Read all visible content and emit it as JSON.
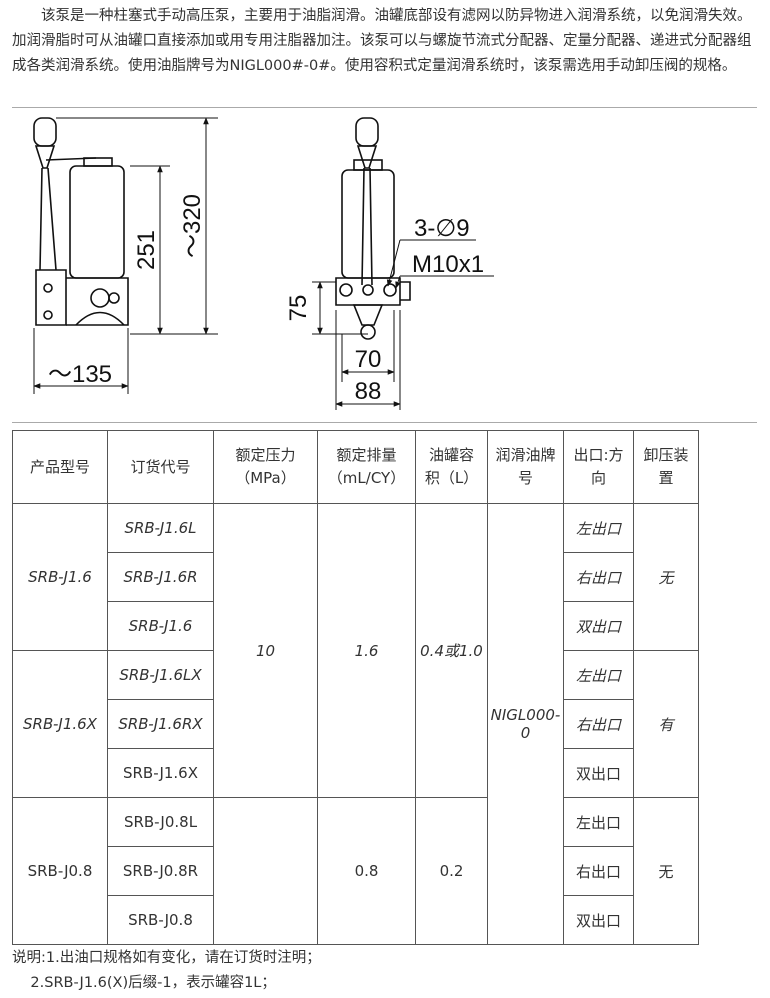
{
  "intro": "该泵是一种柱塞式手动高压泵，主要用于油脂润滑。油罐底部设有滤网以防异物进入润滑系统，以免润滑失效。加润滑脂时可从油罐口直接添加或用专用注脂器加注。该泵可以与螺旋节流式分配器、定量分配器、递进式分配器组成各类润滑系统。使用油脂牌号为NIGL000#-0#。使用容积式定量润滑系统时，该泵需选用手动卸压阀的规格。",
  "drawing": {
    "dim_width": "～135",
    "dim_251": "251",
    "dim_320": "～320",
    "dim_holes": "3-∅9",
    "dim_thread": "M10x1",
    "dim_75": "75",
    "dim_70": "70",
    "dim_88": "88"
  },
  "table": {
    "headers": [
      "产品型号",
      "订货代号",
      "额定压力（MPa）",
      "额定排量（mL/CY）",
      "油罐容积（L）",
      "润滑油牌号",
      "出口:方向",
      "卸压装置"
    ],
    "header_lines": [
      [
        "产品型号",
        ""
      ],
      [
        "订货代号",
        ""
      ],
      [
        "额定压力",
        "（MPa）"
      ],
      [
        "额定排量",
        "（mL/CY）"
      ],
      [
        "油罐容",
        "积（L）"
      ],
      [
        "润滑油牌",
        "号"
      ],
      [
        "出口:方",
        "向"
      ],
      [
        "卸压装",
        "置"
      ]
    ],
    "models": [
      "SRB-J1.6",
      "SRB-J1.6X",
      "SRB-J0.8"
    ],
    "codes": [
      "SRB-J1.6L",
      "SRB-J1.6R",
      "SRB-J1.6",
      "SRB-J1.6LX",
      "SRB-J1.6RX",
      "SRB-J1.6X",
      "SRB-J0.8L",
      "SRB-J0.8R",
      "SRB-J0.8"
    ],
    "pressure": "10",
    "displacement": [
      "1.6",
      "0.8"
    ],
    "tank": [
      "0.4或1.0",
      "0.2"
    ],
    "oil": "NIGL000-0",
    "outlets": [
      "左出口",
      "右出口",
      "双出口",
      "左出口",
      "右出口",
      "双出口",
      "左出口",
      "右出口",
      "双出口"
    ],
    "relief": [
      "无",
      "有",
      "无"
    ]
  },
  "notes": [
    "说明:1.出油口规格如有变化，请在订货时注明；",
    "    2.SRB-J1.6(X)后缀-1，表示罐容1L；"
  ]
}
